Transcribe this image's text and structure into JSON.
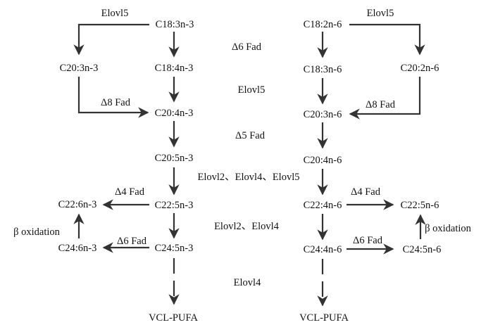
{
  "nodes": {
    "l_c18_3n3": "C18:3n-3",
    "l_c20_3n3": "C20:3n-3",
    "l_c18_4n3": "C18:4n-3",
    "l_c20_4n3": "C20:4n-3",
    "l_c20_5n3": "C20:5n-3",
    "l_c22_5n3": "C22:5n-3",
    "l_c22_6n3": "C22:6n-3",
    "l_c24_5n3": "C24:5n-3",
    "l_c24_6n3": "C24:6n-3",
    "l_vcl": "VCL-PUFA",
    "r_c18_2n6": "C18:2n-6",
    "r_c18_3n6": "C18:3n-6",
    "r_c20_2n6": "C20:2n-6",
    "r_c20_3n6": "C20:3n-6",
    "r_c20_4n6": "C20:4n-6",
    "r_c22_4n6": "C22:4n-6",
    "r_c22_5n6": "C22:5n-6",
    "r_c24_4n6": "C24:4n-6",
    "r_c24_5n6": "C24:5n-6",
    "r_vcl": "VCL-PUFA"
  },
  "edges": {
    "elovl5_top_left": "Elovl5",
    "elovl5_top_right": "Elovl5",
    "d6fad_1": "Δ6 Fad",
    "elovl5_mid": "Elovl5",
    "d8fad_left": "Δ8 Fad",
    "d8fad_right": "Δ8 Fad",
    "d5fad": "Δ5 Fad",
    "elovl245": "Elovl2、Elovl4、Elovl5",
    "d4fad_left": "Δ4 Fad",
    "d4fad_right": "Δ4 Fad",
    "elovl24": "Elovl2、Elovl4",
    "beta_left": "β oxidation",
    "beta_right": "β oxidation",
    "d6fad_left": "Δ6 Fad",
    "d6fad_right": "Δ6 Fad",
    "elovl4": "Elovl4"
  }
}
